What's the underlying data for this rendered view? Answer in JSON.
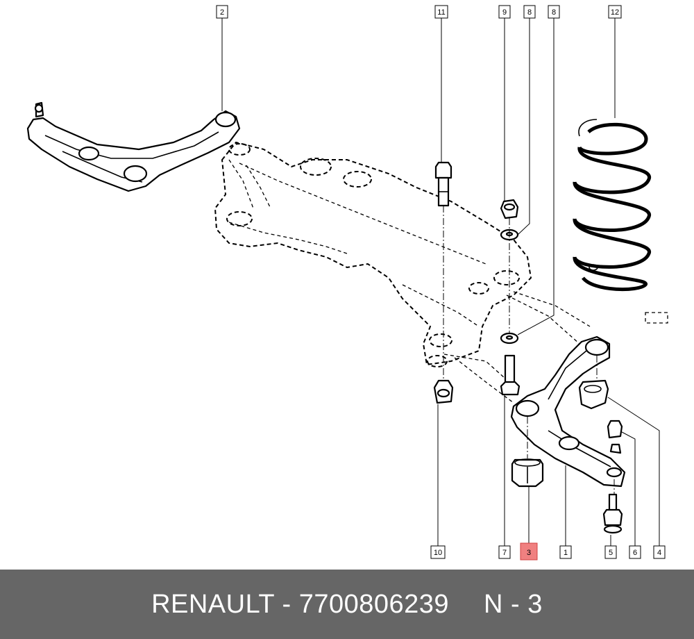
{
  "callouts": {
    "c2": "2",
    "c11": "11",
    "c9": "9",
    "c8a": "8",
    "c8b": "8",
    "c12": "12",
    "c10": "10",
    "c7": "7",
    "c3": "3",
    "c1": "1",
    "c5": "5",
    "c6": "6",
    "c4": "4"
  },
  "highlight_color": "#f08080",
  "footer": {
    "brand": "RENAULT - 7700806239",
    "ref": "N - 3"
  }
}
